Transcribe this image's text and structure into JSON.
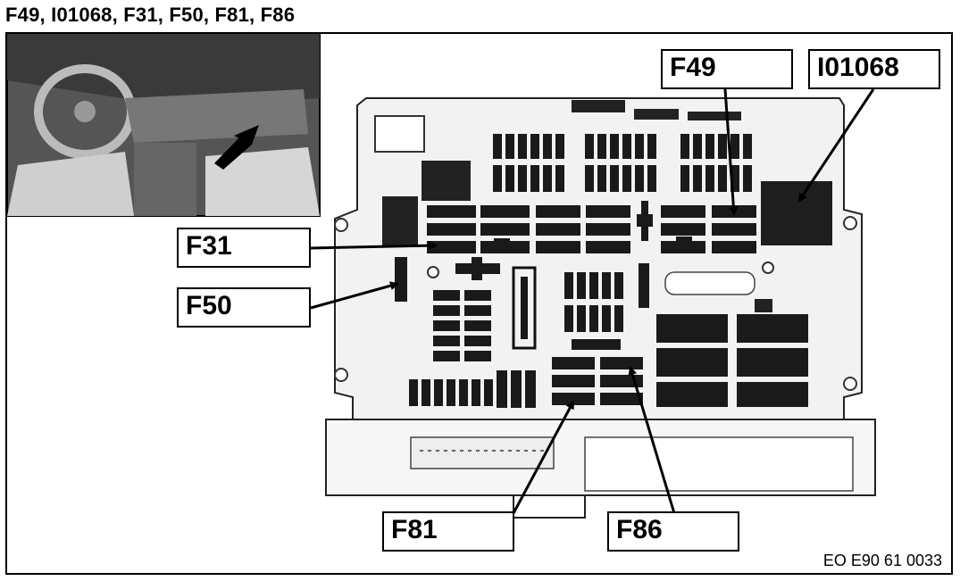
{
  "title": "F49, I01068, F31, F50, F81, F86",
  "reference_code": "EO E90 61 0033",
  "callouts": {
    "f49": "F49",
    "i01068": "I01068",
    "f31": "F31",
    "f50": "F50",
    "f81": "F81",
    "f86": "F86"
  }
}
